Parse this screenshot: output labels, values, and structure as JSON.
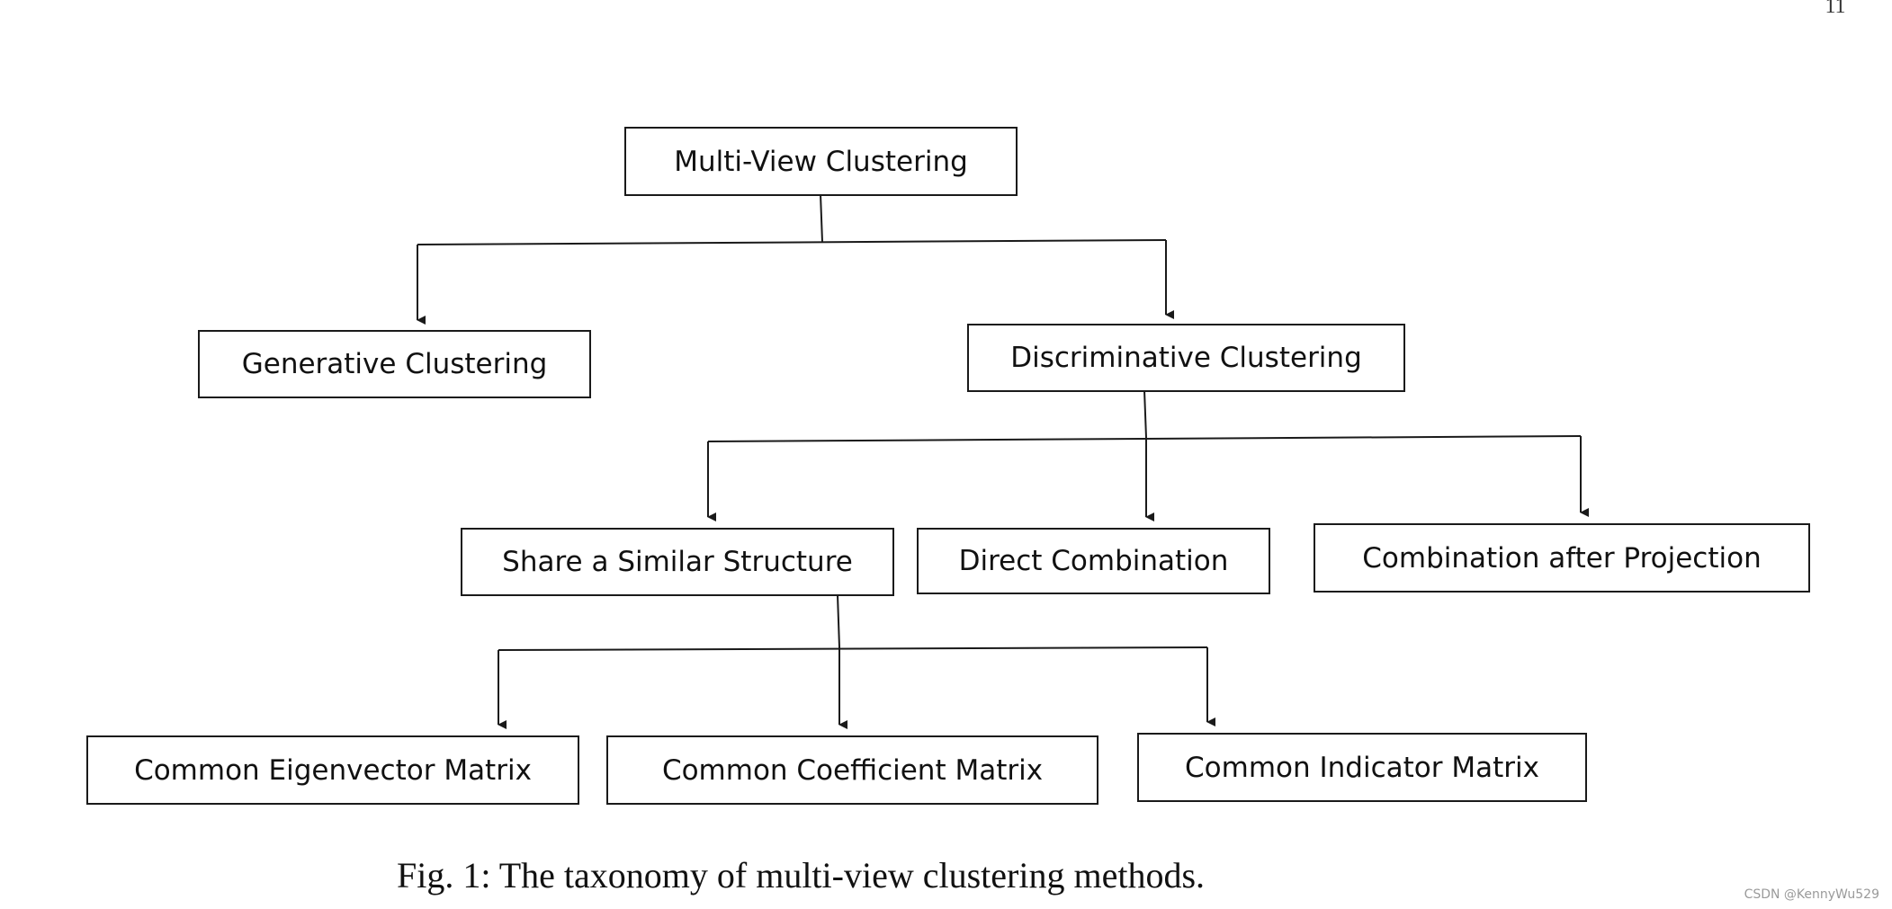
{
  "page_number": "11",
  "diagram": {
    "root": "Multi-View Clustering",
    "generative": "Generative Clustering",
    "discriminative": "Discriminative Clustering",
    "share_structure": "Share a Similar Structure",
    "direct_combination": "Direct Combination",
    "combination_projection": "Combination after Projection",
    "eigenvector": "Common Eigenvector Matrix",
    "coefficient": "Common Coefficient Matrix",
    "indicator": "Common Indicator Matrix"
  },
  "caption": "Fig. 1: The taxonomy of multi-view clustering methods.",
  "watermark": "CSDN @KennyWu529",
  "colors": {
    "line": "#1a1a1a",
    "box_border": "#1a1a1a",
    "text": "#111111"
  }
}
